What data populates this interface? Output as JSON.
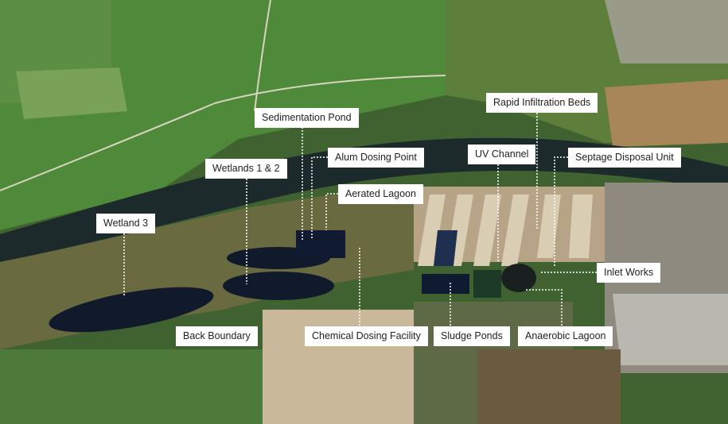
{
  "labels": {
    "sedimentation_pond": "Sedimentation Pond",
    "rapid_infiltration_beds": "Rapid Infiltration Beds",
    "alum_dosing_point": "Alum Dosing Point",
    "uv_channel": "UV Channel",
    "septage_disposal_unit": "Septage Disposal Unit",
    "wetlands_1_2": "Wetlands 1 & 2",
    "aerated_lagoon": "Aerated Lagoon",
    "wetland_3": "Wetland 3",
    "inlet_works": "Inlet Works",
    "back_boundary": "Back Boundary",
    "chemical_dosing_facility": "Chemical Dosing Facility",
    "sludge_ponds": "Sludge Ponds",
    "anaerobic_lagoon": "Anaerobic Lagoon"
  }
}
